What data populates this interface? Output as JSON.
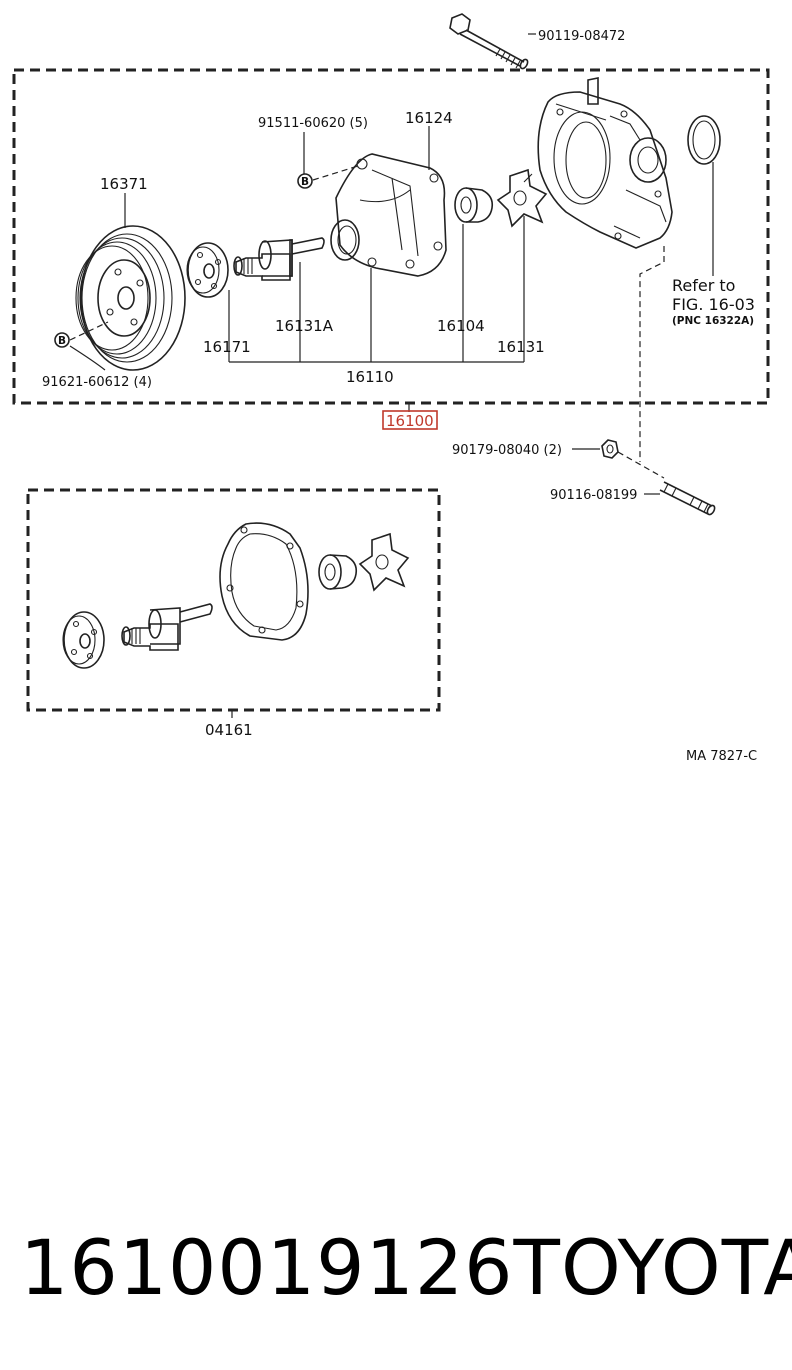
{
  "diagram": {
    "labels": {
      "bolt_top": "90119-08472",
      "bolt_b": "91511-60620 (5)",
      "pump_body": "16124",
      "pulley": "16371",
      "gasket_ref_line1": "Refer to",
      "gasket_ref_line2": "FIG. 16-03",
      "gasket_ref_line3": "(PNC 16322A)",
      "bearing": "16131A",
      "seal": "16104",
      "flange": "16171",
      "impeller": "16131",
      "bolt_pulley": "91621-60612 (4)",
      "pump_sub": "16110",
      "main_assy": "16100",
      "nut": "90179-08040 (2)",
      "stud": "90116-08199",
      "kit": "04161",
      "drawing_code": "MA 7827-C",
      "marker_b": "B"
    }
  },
  "footer": {
    "part_number": "1610019126",
    "brand": "TOYOTA"
  },
  "colors": {
    "highlight": "#c0392b",
    "line": "#222222"
  }
}
